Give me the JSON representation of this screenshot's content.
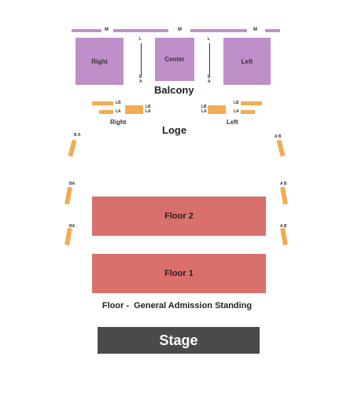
{
  "top_row": {
    "m_label": "M"
  },
  "balcony": {
    "title": "Balcony",
    "sections": {
      "right": "Right",
      "center": "Center",
      "left": "Left"
    },
    "rail": {
      "l": "L",
      "b": "B",
      "a": "A"
    }
  },
  "loge": {
    "title": "Loge",
    "right_label": "Right",
    "left_label": "Left",
    "lb": "LB",
    "la": "LA"
  },
  "side_boxes": {
    "b": "B",
    "a": "A"
  },
  "floor": {
    "floor2": "Floor 2",
    "floor1": "Floor 1",
    "ga_text": "Floor -  General Admission Standing"
  },
  "stage": {
    "label": "Stage"
  },
  "colors": {
    "balcony": "#bf8fca",
    "loge": "#f2ac55",
    "floor": "#d9706c",
    "stage": "#4a4a4a"
  }
}
